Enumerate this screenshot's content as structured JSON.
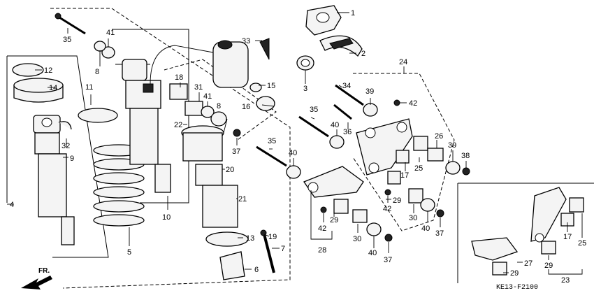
{
  "diagram": {
    "code": "KE13-F2100",
    "direction_label": "FR.",
    "callouts": [
      {
        "id": "c1",
        "text": "1"
      },
      {
        "id": "c2",
        "text": "2"
      },
      {
        "id": "c3",
        "text": "3"
      },
      {
        "id": "c4",
        "text": "4"
      },
      {
        "id": "c5",
        "text": "5"
      },
      {
        "id": "c6",
        "text": "6"
      },
      {
        "id": "c7",
        "text": "7"
      },
      {
        "id": "c8a",
        "text": "8"
      },
      {
        "id": "c8b",
        "text": "8"
      },
      {
        "id": "c9",
        "text": "9"
      },
      {
        "id": "c10",
        "text": "10"
      },
      {
        "id": "c11",
        "text": "11"
      },
      {
        "id": "c12",
        "text": "12"
      },
      {
        "id": "c13",
        "text": "13"
      },
      {
        "id": "c14",
        "text": "14"
      },
      {
        "id": "c15",
        "text": "15"
      },
      {
        "id": "c16",
        "text": "16"
      },
      {
        "id": "c17a",
        "text": "17"
      },
      {
        "id": "c17b",
        "text": "17"
      },
      {
        "id": "c18",
        "text": "18"
      },
      {
        "id": "c19",
        "text": "19"
      },
      {
        "id": "c20",
        "text": "20"
      },
      {
        "id": "c21",
        "text": "21"
      },
      {
        "id": "c22",
        "text": "22"
      },
      {
        "id": "c23",
        "text": "23"
      },
      {
        "id": "c24",
        "text": "24"
      },
      {
        "id": "c25a",
        "text": "25"
      },
      {
        "id": "c25b",
        "text": "25"
      },
      {
        "id": "c26",
        "text": "26"
      },
      {
        "id": "c27",
        "text": "27"
      },
      {
        "id": "c28",
        "text": "28"
      },
      {
        "id": "c29a",
        "text": "29"
      },
      {
        "id": "c29b",
        "text": "29"
      },
      {
        "id": "c29c",
        "text": "29"
      },
      {
        "id": "c29d",
        "text": "29"
      },
      {
        "id": "c30a",
        "text": "30"
      },
      {
        "id": "c30b",
        "text": "30"
      },
      {
        "id": "c31",
        "text": "31"
      },
      {
        "id": "c32",
        "text": "32"
      },
      {
        "id": "c33",
        "text": "33"
      },
      {
        "id": "c34",
        "text": "34"
      },
      {
        "id": "c35a",
        "text": "35"
      },
      {
        "id": "c35b",
        "text": "35"
      },
      {
        "id": "c35c",
        "text": "35"
      },
      {
        "id": "c36",
        "text": "36"
      },
      {
        "id": "c37a",
        "text": "37"
      },
      {
        "id": "c37b",
        "text": "37"
      },
      {
        "id": "c37c",
        "text": "37"
      },
      {
        "id": "c38",
        "text": "38"
      },
      {
        "id": "c39a",
        "text": "39"
      },
      {
        "id": "c39b",
        "text": "39"
      },
      {
        "id": "c40a",
        "text": "40"
      },
      {
        "id": "c40b",
        "text": "40"
      },
      {
        "id": "c40c",
        "text": "40"
      },
      {
        "id": "c40d",
        "text": "40"
      },
      {
        "id": "c41a",
        "text": "41"
      },
      {
        "id": "c41b",
        "text": "41"
      },
      {
        "id": "c42a",
        "text": "42"
      },
      {
        "id": "c42b",
        "text": "42"
      },
      {
        "id": "c42c",
        "text": "42"
      }
    ]
  }
}
